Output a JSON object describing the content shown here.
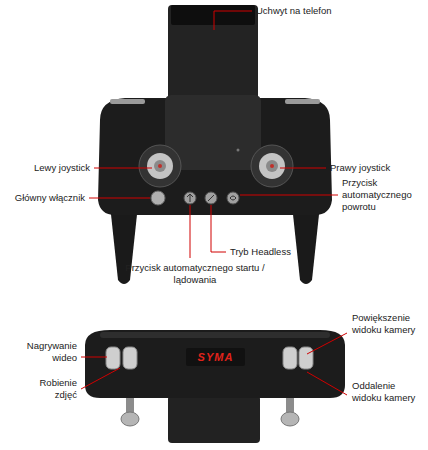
{
  "diagram": {
    "labels": [
      "Uchwyt na telefon",
      "Lewy joystick",
      "Prawy joystick",
      "Główny włącznik",
      "Przycisk automatycznego powrotu",
      "Tryb Headless",
      "Przycisk automatycznego startu / lądowania",
      "Nagrywanie wideo",
      "Robienie zdjęć",
      "SYMA",
      "Powiększenie widoku kamery",
      "Oddalenie widoku kamery"
    ]
  }
}
